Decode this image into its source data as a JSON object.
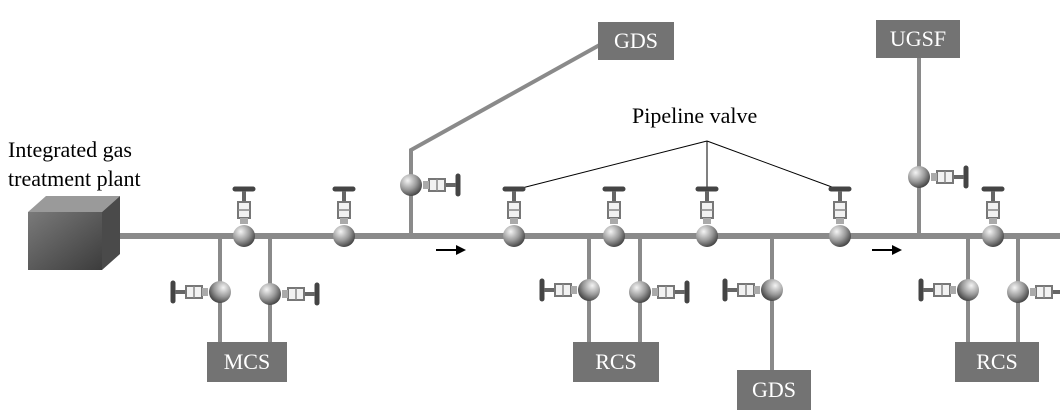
{
  "diagram": {
    "plant_label_line1": "Integrated gas",
    "plant_label_line2": "treatment plant",
    "annotation_label": "Pipeline valve",
    "stations": {
      "gds_top": "GDS",
      "ugsf": "UGSF",
      "mcs": "MCS",
      "rcs_1": "RCS",
      "gds_bottom": "GDS",
      "rcs_2": "RCS"
    }
  }
}
